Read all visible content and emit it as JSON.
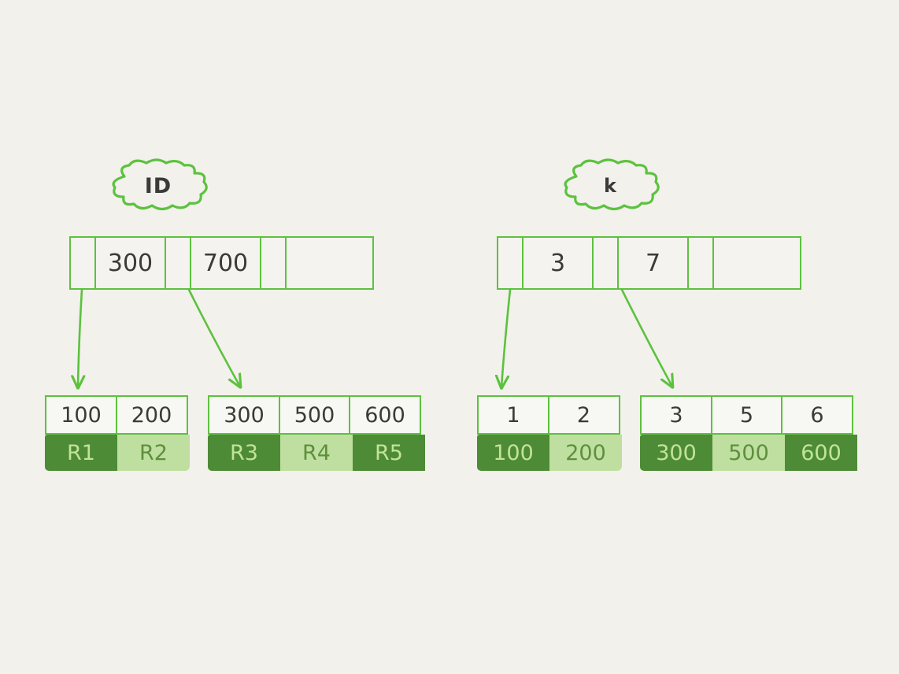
{
  "diagram": {
    "title": "B+Tree primary and secondary index diagram",
    "background_color": "#f2f1ec",
    "stroke_color": "#5cc23e",
    "dark_green": "#4e8b36",
    "light_green": "#bfdfa0",
    "text_color": "#3a3a38"
  },
  "trees": [
    {
      "name": "primary-index",
      "label": "ID",
      "label_icon": "cloud-callout",
      "root": {
        "cells": [
          {
            "type": "pointer",
            "value": ""
          },
          {
            "type": "key",
            "value": "300"
          },
          {
            "type": "pointer",
            "value": ""
          },
          {
            "type": "key",
            "value": "700"
          },
          {
            "type": "pointer",
            "value": ""
          },
          {
            "type": "empty",
            "value": ""
          }
        ]
      },
      "leaves": [
        {
          "name": "leaf-left",
          "keys": [
            "100",
            "200"
          ],
          "values": [
            "R1",
            "R2"
          ],
          "shades": [
            "dark",
            "light"
          ]
        },
        {
          "name": "leaf-right",
          "keys": [
            "300",
            "500",
            "600"
          ],
          "values": [
            "R3",
            "R4",
            "R5"
          ],
          "shades": [
            "dark",
            "light",
            "dark"
          ]
        }
      ]
    },
    {
      "name": "secondary-index",
      "label": "k",
      "label_icon": "cloud-callout",
      "root": {
        "cells": [
          {
            "type": "pointer",
            "value": ""
          },
          {
            "type": "key",
            "value": "3"
          },
          {
            "type": "pointer",
            "value": ""
          },
          {
            "type": "key",
            "value": "7"
          },
          {
            "type": "pointer",
            "value": ""
          },
          {
            "type": "empty",
            "value": ""
          }
        ]
      },
      "leaves": [
        {
          "name": "leaf-left",
          "keys": [
            "1",
            "2"
          ],
          "values": [
            "100",
            "200"
          ],
          "shades": [
            "dark",
            "light"
          ]
        },
        {
          "name": "leaf-right",
          "keys": [
            "3",
            "5",
            "6"
          ],
          "values": [
            "300",
            "500",
            "600"
          ],
          "shades": [
            "dark",
            "light",
            "dark"
          ]
        }
      ]
    }
  ],
  "arrows": [
    {
      "name": "arrow-id-root-to-leaf-left",
      "from": "id-root-pointer-0",
      "to": "id-leaf-left"
    },
    {
      "name": "arrow-id-root-to-leaf-right",
      "from": "id-root-pointer-1",
      "to": "id-leaf-right"
    },
    {
      "name": "arrow-k-root-to-leaf-left",
      "from": "k-root-pointer-0",
      "to": "k-leaf-left"
    },
    {
      "name": "arrow-k-root-to-leaf-right",
      "from": "k-root-pointer-1",
      "to": "k-leaf-right"
    }
  ]
}
